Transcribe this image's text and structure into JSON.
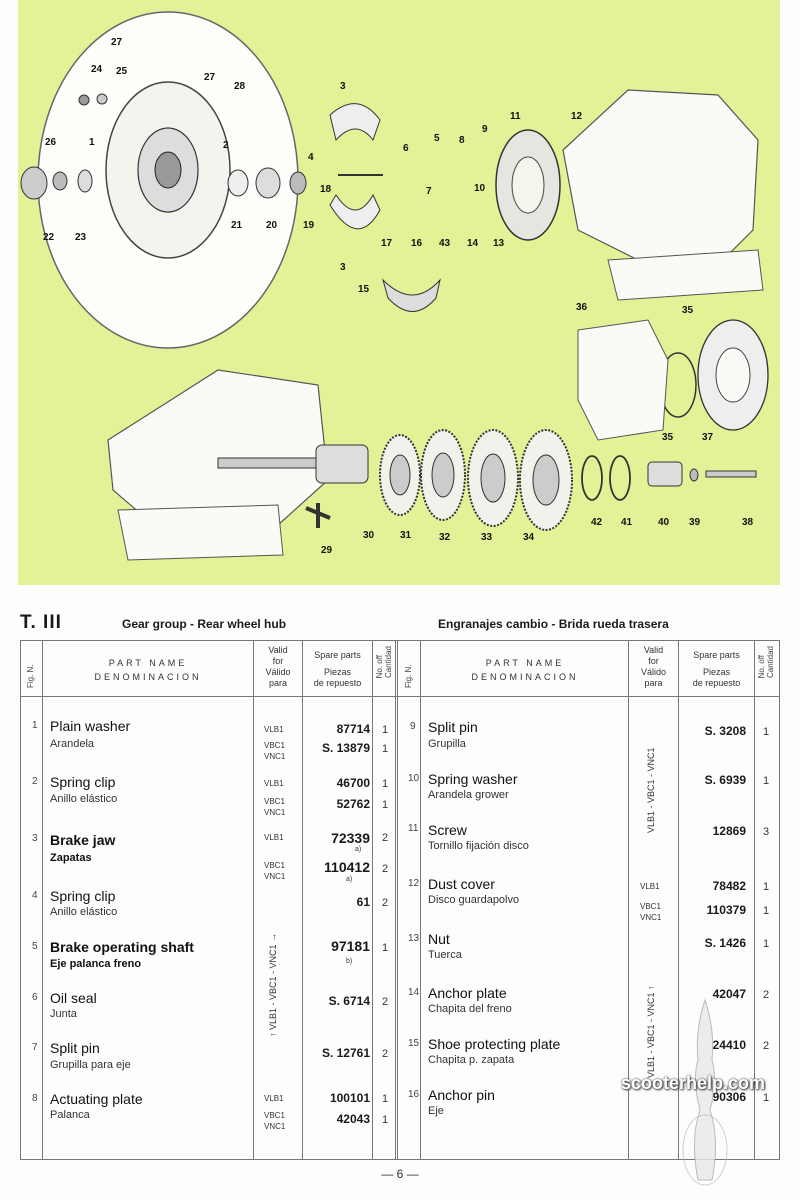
{
  "diagram": {
    "callouts": [
      "27",
      "24",
      "25",
      "27",
      "28",
      "26",
      "1",
      "2",
      "22",
      "23",
      "21",
      "20",
      "19",
      "3",
      "4",
      "6",
      "5",
      "18",
      "17",
      "16",
      "7",
      "43",
      "8",
      "9",
      "11",
      "10",
      "14",
      "13",
      "12",
      "3",
      "15",
      "36",
      "35",
      "35",
      "37",
      "30",
      "29",
      "31",
      "32",
      "33",
      "34",
      "42",
      "41",
      "40",
      "39",
      "38"
    ]
  },
  "header": {
    "tag": "T. III",
    "title_en": "Gear group - Rear wheel hub",
    "title_es": "Engranajes cambio - Brida rueda trasera"
  },
  "columns": {
    "fig": "Fig. N.",
    "name_1": "PART NAME",
    "name_2": "DENOMINACION",
    "valid_1": "Valid",
    "valid_2": "for",
    "valid_3": "Válido",
    "valid_4": "para",
    "spare_1": "Spare parts",
    "spare_2": "Piezas",
    "spare_3": "de repuesto",
    "qty_1": "No. off",
    "qty_2": "Cantidad"
  },
  "left_rows": [
    {
      "fig": "1",
      "en": "Plain washer",
      "es": "Arandela",
      "v1": "VLB1",
      "p1": "87714",
      "q1": "1",
      "v2": "VBC1",
      "v3": "VNC1",
      "p2": "S. 13879",
      "q2": "1"
    },
    {
      "fig": "2",
      "en": "Spring clip",
      "es": "Anillo elástico",
      "v1": "VLB1",
      "p1": "46700",
      "q1": "1",
      "v2": "VBC1",
      "v3": "VNC1",
      "p2": "52762",
      "q2": "1"
    },
    {
      "fig": "3",
      "en": "Brake jaw",
      "es": "Zapatas",
      "v1": "VLB1",
      "p1": "72339",
      "n1": "a)",
      "q1": "2",
      "v2": "VBC1",
      "v3": "VNC1",
      "p2": "110412",
      "n2": "a)",
      "q2": "2"
    },
    {
      "fig": "4",
      "en": "Spring clip",
      "es": "Anillo elástico",
      "p1": "61",
      "q1": "2"
    },
    {
      "fig": "5",
      "en": "Brake operating shaft",
      "es": "Eje palanca freno",
      "p1": "97181",
      "n1": "b)",
      "q1": "1"
    },
    {
      "fig": "6",
      "en": "Oil seal",
      "es": "Junta",
      "p1": "S. 6714",
      "q1": "2"
    },
    {
      "fig": "7",
      "en": "Split pin",
      "es": "Grupilla para eje",
      "p1": "S. 12761",
      "q1": "2"
    },
    {
      "fig": "8",
      "en": "Actuating plate",
      "es": "Palanca",
      "v1": "VLB1",
      "p1": "100101",
      "q1": "1",
      "v2": "VBC1",
      "v3": "VNC1",
      "p2": "42043",
      "q2": "1"
    }
  ],
  "left_span": "VLB1 - VBC1 - VNC1",
  "right_rows": [
    {
      "fig": "9",
      "en": "Split pin",
      "es": "Grupilla",
      "p1": "S. 3208",
      "q1": "1"
    },
    {
      "fig": "10",
      "en": "Spring washer",
      "es": "Arandela grower",
      "p1": "S. 6939",
      "q1": "1"
    },
    {
      "fig": "11",
      "en": "Screw",
      "es": "Tornillo fijación disco",
      "p1": "12869",
      "q1": "3"
    },
    {
      "fig": "12",
      "en": "Dust cover",
      "es": "Disco guardapolvo",
      "v1": "VLB1",
      "p1": "78482",
      "q1": "1",
      "v2": "VBC1",
      "v3": "VNC1",
      "p2": "110379",
      "q2": "1"
    },
    {
      "fig": "13",
      "en": "Nut",
      "es": "Tuerca",
      "p1": "S. 1426",
      "q1": "1"
    },
    {
      "fig": "14",
      "en": "Anchor plate",
      "es": "Chapita del freno",
      "p1": "42047",
      "q1": "2"
    },
    {
      "fig": "15",
      "en": "Shoe protecting plate",
      "es": "Chapita p. zapata",
      "p1": "24410",
      "q1": "2"
    },
    {
      "fig": "16",
      "en": "Anchor pin",
      "es": "Eje",
      "p1": "90306",
      "q1": "1"
    }
  ],
  "right_span_top": "VLB1 - VBC1 - VNC1",
  "right_span_bottom": "VLB1 - VBC1 - VNC1",
  "footer": "— 6 —",
  "watermark": "scooterhelp.com",
  "colors": {
    "diagram_bg": "#e3f296",
    "paper": "#fdfdfb",
    "ink": "#1a1a1a"
  }
}
